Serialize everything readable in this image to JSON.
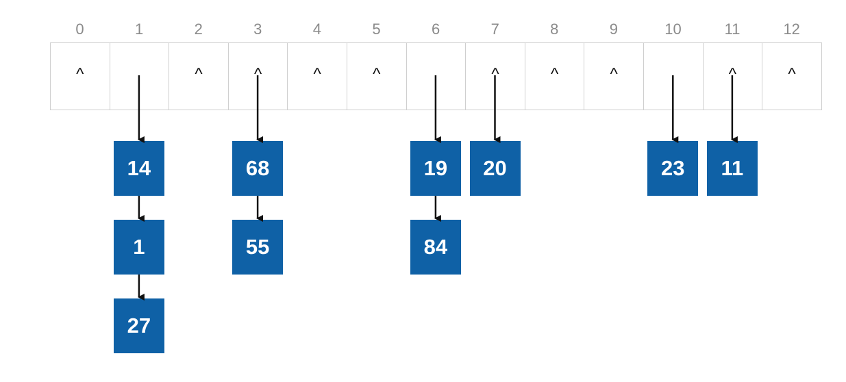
{
  "slots": [
    {
      "index": "0",
      "marker": "^",
      "chain": []
    },
    {
      "index": "1",
      "marker": "",
      "chain": [
        "14",
        "1",
        "27"
      ]
    },
    {
      "index": "2",
      "marker": "^",
      "chain": []
    },
    {
      "index": "3",
      "marker": "^",
      "chain": [
        "68",
        "55"
      ]
    },
    {
      "index": "4",
      "marker": "^",
      "chain": []
    },
    {
      "index": "5",
      "marker": "^",
      "chain": []
    },
    {
      "index": "6",
      "marker": "",
      "chain": [
        "19",
        "84"
      ]
    },
    {
      "index": "7",
      "marker": "^",
      "chain": [
        "20"
      ]
    },
    {
      "index": "8",
      "marker": "^",
      "chain": []
    },
    {
      "index": "9",
      "marker": "^",
      "chain": []
    },
    {
      "index": "10",
      "marker": "",
      "chain": [
        "23"
      ]
    },
    {
      "index": "11",
      "marker": "^",
      "chain": [
        "11"
      ]
    },
    {
      "index": "12",
      "marker": "^",
      "chain": []
    }
  ],
  "colors": {
    "node_fill": "#0f61a6",
    "node_text": "#ffffff",
    "index_text": "#8a8a8a",
    "slot_border": "#cfcfcf",
    "arrow": "#111111"
  }
}
